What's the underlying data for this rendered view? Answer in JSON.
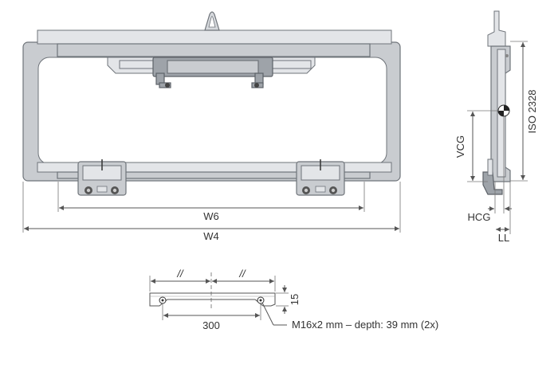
{
  "labels": {
    "w6": "W6",
    "w4": "W4",
    "vcg": "VCG",
    "iso": "ISO 2328",
    "hcg": "HCG",
    "ll": "LL",
    "slash_left": "//",
    "slash_right": "//",
    "dim_300": "300",
    "dim_15": "15",
    "thread_note": "M16x2 mm – depth: 39 mm (2x)"
  }
}
